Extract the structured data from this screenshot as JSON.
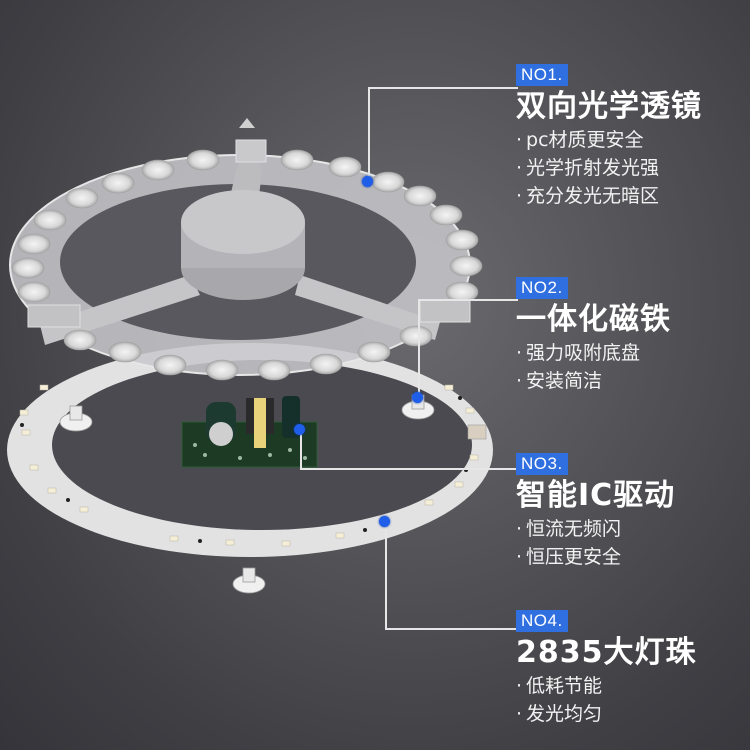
{
  "accent_color": "#2f6fe0",
  "features": [
    {
      "badge": "NO1.",
      "title": "双向光学透镜",
      "bullets": [
        "pc材质更安全",
        "光学折射发光强",
        "充分发光无暗区"
      ]
    },
    {
      "badge": "NO2.",
      "title": "一体化磁铁",
      "bullets": [
        "强力吸附底盘",
        "安装简洁"
      ]
    },
    {
      "badge": "NO3.",
      "title": "智能IC驱动",
      "bullets": [
        "恒流无频闪",
        "恒压更安全"
      ]
    },
    {
      "badge": "NO4.",
      "title": "2835大灯珠",
      "bullets": [
        "低耗节能",
        "发光均匀"
      ]
    }
  ]
}
